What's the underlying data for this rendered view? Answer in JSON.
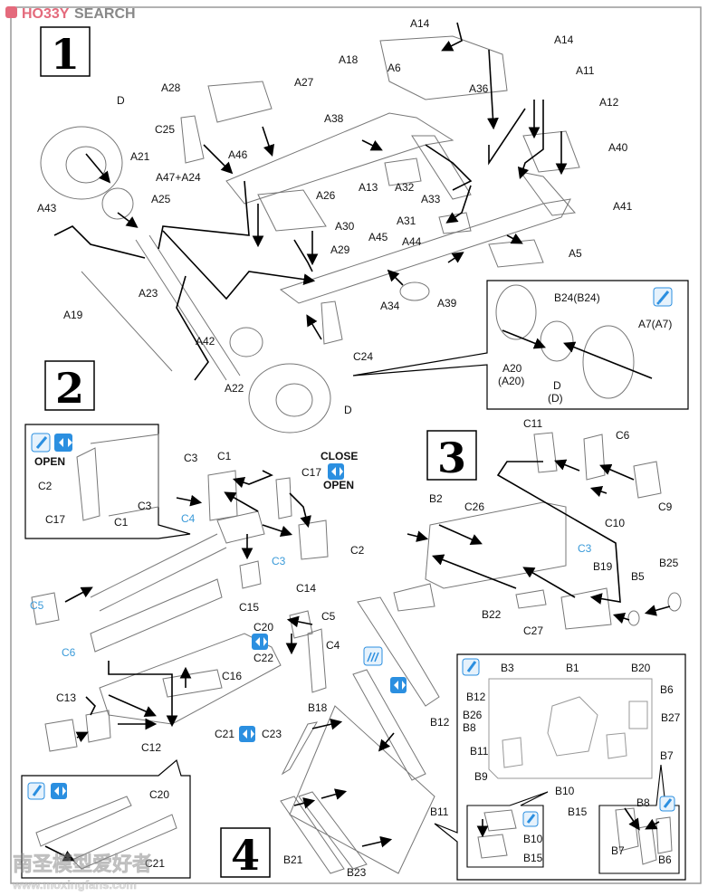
{
  "watermark_top": {
    "brand_red": "HO33Y",
    "brand_gray": "SEARCH",
    "color_red": "#e46a7c",
    "color_gray": "#888888"
  },
  "watermark_bottom": {
    "cn": "南圣模型爱好者",
    "url": "www.moxingfans.com"
  },
  "steps": [
    "1",
    "2",
    "3",
    "4"
  ],
  "step1": {
    "labels": [
      "A14",
      "A14",
      "A18",
      "A6",
      "A36",
      "A11",
      "A12",
      "A40",
      "A28",
      "A27",
      "A38",
      "C25",
      "D",
      "A21",
      "A46",
      "A47+A24",
      "A26",
      "A13",
      "A32",
      "A33",
      "A41",
      "A25",
      "A43",
      "A30",
      "A31",
      "A29",
      "A45",
      "A44",
      "A5",
      "A23",
      "A39",
      "A34",
      "A19",
      "C24",
      "A42",
      "A22",
      "D"
    ]
  },
  "step1_inset": {
    "labels": [
      "B24(B24)",
      "A7(A7)",
      "A20",
      "(A20)",
      "D",
      "(D)"
    ],
    "icon": "paint-icon"
  },
  "step2": {
    "labels": [
      "C3",
      "C1",
      "C17",
      "C4",
      "C3",
      "C2",
      "C14",
      "C15",
      "C5",
      "C6",
      "C20",
      "C22",
      "C5",
      "C4",
      "C16",
      "C13",
      "C12",
      "C21",
      "C23"
    ],
    "close_label": "CLOSE",
    "open_label": "OPEN"
  },
  "step2_inset": {
    "open_label": "OPEN",
    "labels": [
      "C2",
      "C3",
      "C17",
      "C1"
    ]
  },
  "step2_bottom_inset": {
    "labels": [
      "C20",
      "C21"
    ]
  },
  "step3": {
    "labels": [
      "C11",
      "C6",
      "C9",
      "C10",
      "B2",
      "C26",
      "C3",
      "B19",
      "B25",
      "B5",
      "B22",
      "C27"
    ]
  },
  "step4": {
    "labels": [
      "B18",
      "B12",
      "B11",
      "B21",
      "B23"
    ]
  },
  "step4_inset": {
    "labels": [
      "B3",
      "B1",
      "B20",
      "B12",
      "B6",
      "B26",
      "B27",
      "B8",
      "B11",
      "B7",
      "B9",
      "B10",
      "B15"
    ]
  },
  "step4_sub_left": {
    "labels": [
      "B10",
      "B15"
    ]
  },
  "step4_sub_right": {
    "labels": [
      "B8",
      "B7",
      "B6"
    ]
  },
  "colors": {
    "icon_blue": "#2b8fe0",
    "label_blue": "#3a9ad9",
    "line": "#000000",
    "part": "#777777"
  }
}
